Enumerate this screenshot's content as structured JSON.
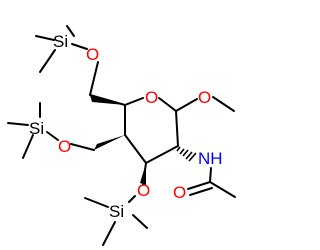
{
  "molecule": {
    "atoms": {
      "si_top": "Si",
      "o_top": "O",
      "o_ring": "O",
      "o_methoxy": "O",
      "si_left": "Si",
      "o_left": "O",
      "nh": "NH",
      "o_bottom": "O",
      "si_bottom": "Si",
      "o_carbonyl": "O"
    },
    "colors": {
      "bond": "#000000",
      "oxygen": "#ff0000",
      "nitrogen": "#0000ff",
      "silicon": "#000000"
    }
  }
}
